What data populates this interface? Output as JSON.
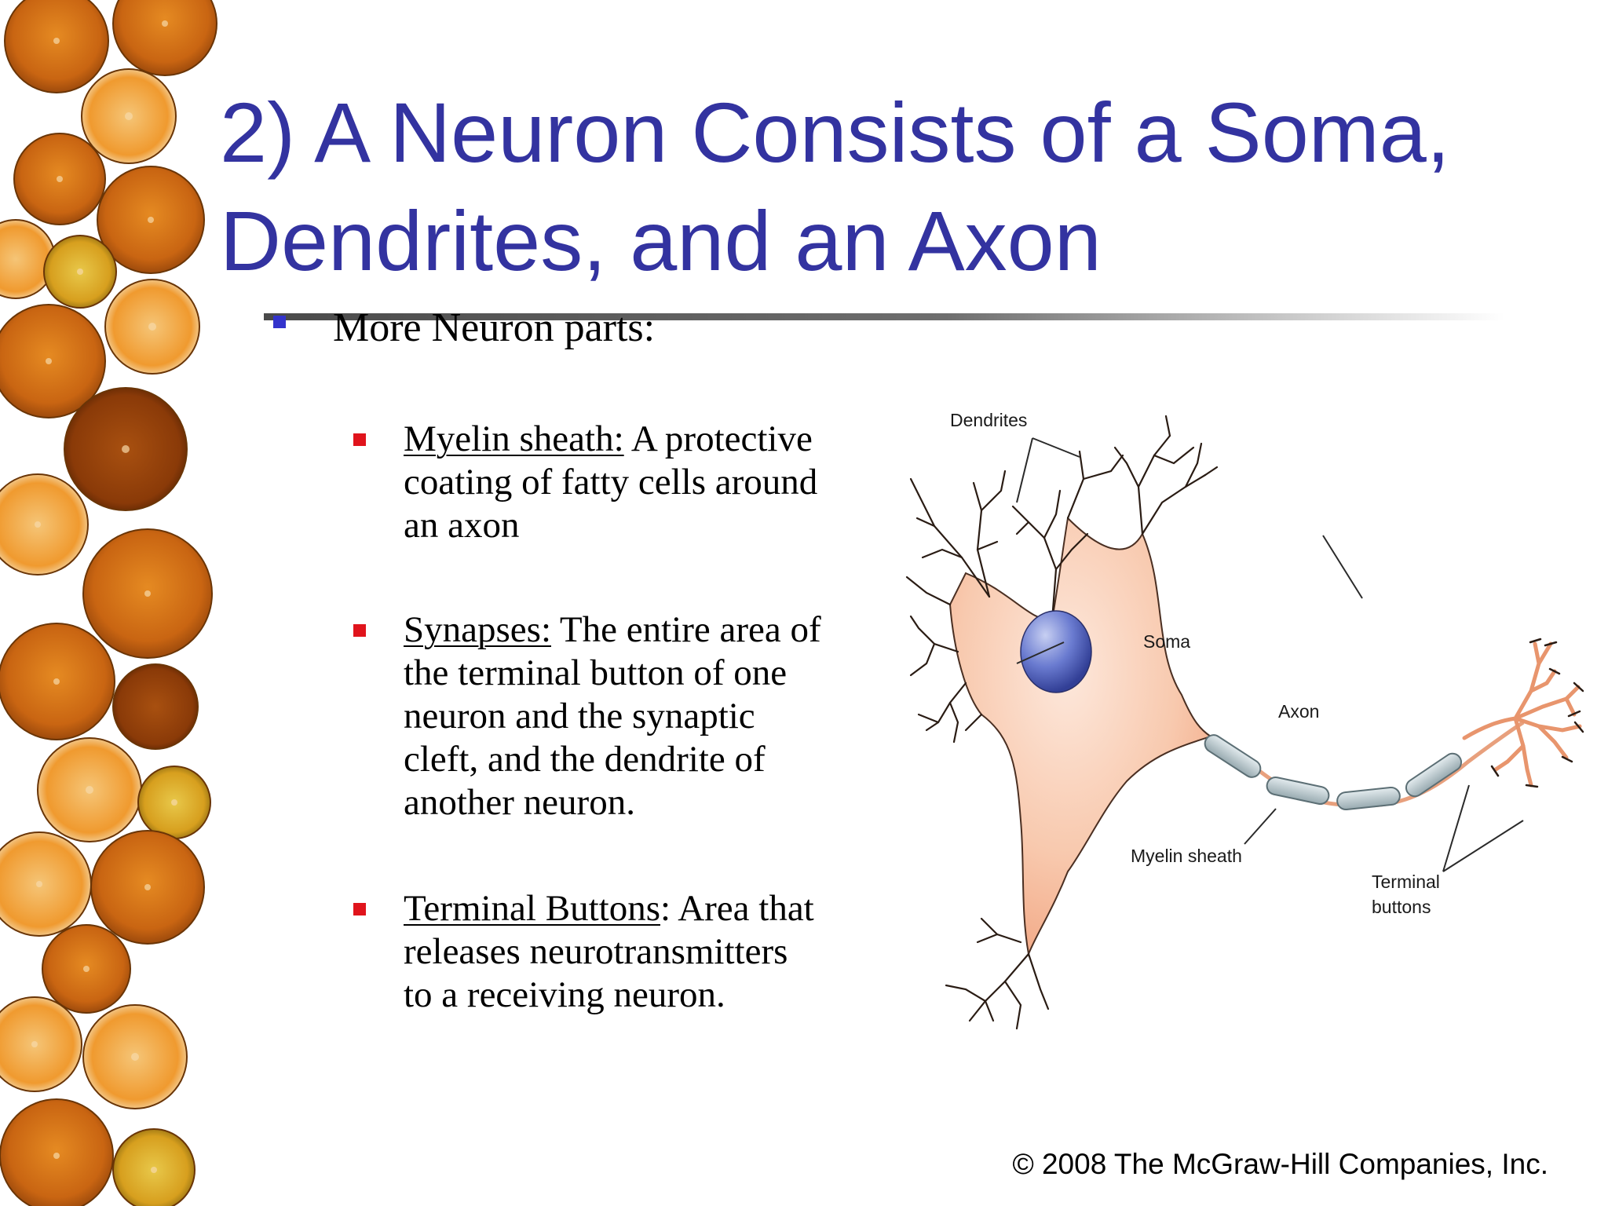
{
  "title": {
    "line1": "2)  A Neuron Consists of a Soma,",
    "line2": "Dendrites, and an Axon"
  },
  "intro": "More Neuron parts:",
  "items": [
    {
      "term": "Myelin sheath:",
      "line1_rest": " A protective",
      "lines": [
        "coating of fatty cells around",
        "an axon"
      ]
    },
    {
      "term": "Synapses:",
      "line1_rest": " The entire area of",
      "lines": [
        "the terminal button of one",
        "neuron and the synaptic",
        "cleft, and the dendrite of",
        "another neuron."
      ]
    },
    {
      "term": "Terminal Buttons",
      "line1_rest": ": Area that",
      "lines": [
        "releases neurotransmitters",
        "to a receiving neuron."
      ]
    }
  ],
  "diagram": {
    "dendrites": "Dendrites",
    "soma": "Soma",
    "axon": "Axon",
    "myelin": "Myelin sheath",
    "terminal_line1": "Terminal",
    "terminal_line2": "buttons"
  },
  "copyright": "© 2008 The McGraw-Hill Companies, Inc.",
  "colors": {
    "title": "#3333a0",
    "level1_bullet": "#3333cc",
    "level2_bullet": "#e0141c",
    "soma_fill": "#f8c9ae",
    "nucleus": "#5a6bc0",
    "myelin": "#b8c7cc"
  },
  "icons": [
    "orange-slice-icon",
    "square-bullet-icon"
  ]
}
